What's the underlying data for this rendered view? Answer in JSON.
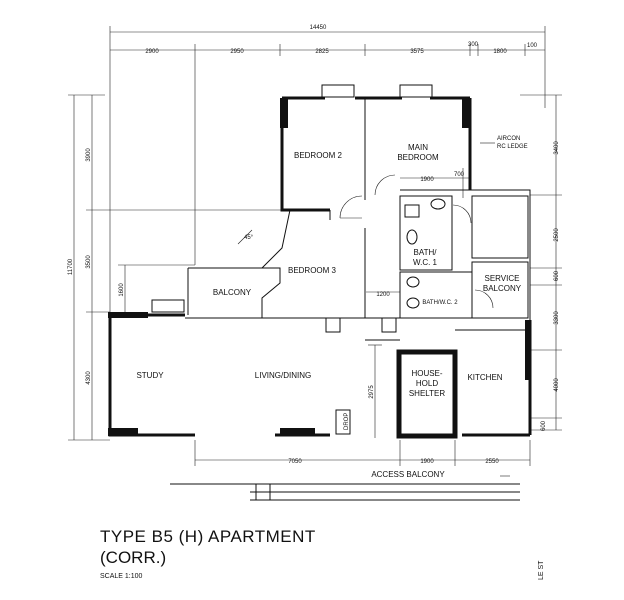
{
  "dimensions": {
    "top_total": "14450",
    "top_segments": [
      "2900",
      "2950",
      "2825",
      "3575",
      "300",
      "1800",
      "100"
    ],
    "left_total": "11700",
    "left_segments": [
      "3900",
      "3500",
      "4300"
    ],
    "left_inner": "1600",
    "right_segments": [
      "3400",
      "2500",
      "600",
      "3300",
      "4000",
      "600"
    ],
    "bottom_segments": [
      "7050",
      "1900",
      "2550"
    ],
    "inner": [
      "1900",
      "700",
      "1200",
      "2975"
    ]
  },
  "rooms": {
    "bedroom2": "BEDROOM 2",
    "main_bedroom_line1": "MAIN",
    "main_bedroom_line2": "BEDROOM",
    "bedroom3": "BEDROOM 3",
    "bath_line1": "BATH/",
    "bath_line2": "W.C. 1",
    "bath2": "BATH/W.C. 2",
    "balcony": "BALCONY",
    "service_line1": "SERVICE",
    "service_line2": "BALCONY",
    "study": "STUDY",
    "living": "LIVING/DINING",
    "kitchen": "KITCHEN",
    "shelter_line1": "HOUSE-",
    "shelter_line2": "HOLD",
    "shelter_line3": "SHELTER",
    "access": "ACCESS BALCONY",
    "aircon_line1": "AIRCON",
    "aircon_line2": "RC LEDGE",
    "refuse": "DROP",
    "angle": "45°"
  },
  "title": "TYPE B5 (H) APARTMENT",
  "subtitle": "(CORR.)",
  "scale": "SCALE 1:100",
  "edge_text": "LE ST"
}
